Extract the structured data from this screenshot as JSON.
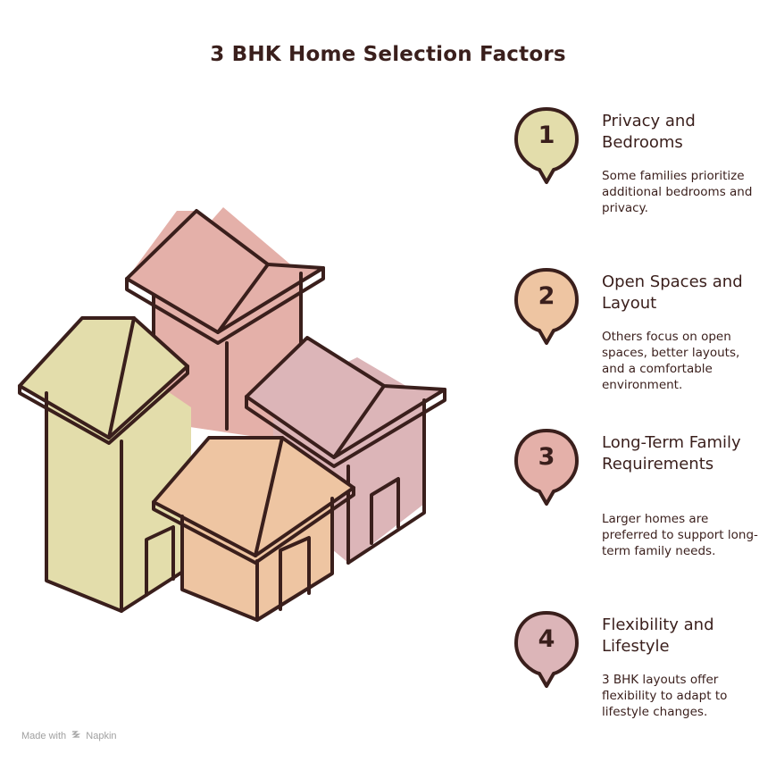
{
  "title": "3 BHK Home Selection Factors",
  "colors": {
    "ink": "#3a1f1c",
    "olive": "#e3ddab",
    "peach": "#eec5a2",
    "rose": "#e4b0a9",
    "mauve": "#dcb5b8"
  },
  "factors": [
    {
      "number": "1",
      "title": "Privacy and Bedrooms",
      "description": "Some families prioritize additional bedrooms and privacy.",
      "color": "#e3ddab"
    },
    {
      "number": "2",
      "title": "Open Spaces and Layout",
      "description": "Others focus on open spaces, better layouts, and a comfortable environment.",
      "color": "#eec5a2"
    },
    {
      "number": "3",
      "title": "Long-Term Family Requirements",
      "description": "Larger homes are preferred to support long-term family needs.",
      "color": "#e4b0a9"
    },
    {
      "number": "4",
      "title": "Flexibility and Lifestyle",
      "description": "3 BHK layouts offer flexibility to adapt to lifestyle changes.",
      "color": "#dcb5b8"
    }
  ],
  "footer": {
    "made_with": "Made with",
    "brand": "Napkin",
    "icon": "napkin-logo-icon"
  }
}
